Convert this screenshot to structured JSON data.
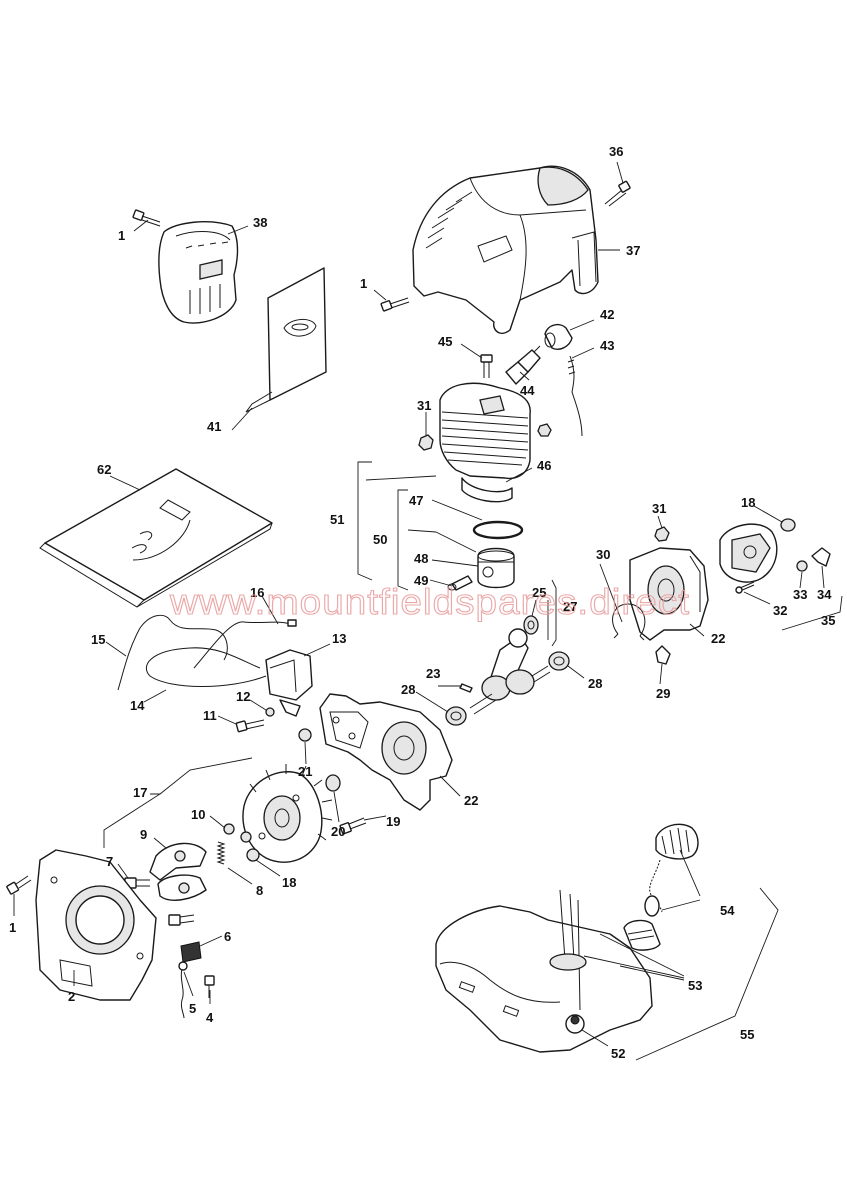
{
  "watermark": "www.mountfieldspares.direct",
  "callouts": [
    {
      "id": "c1a",
      "text": "1"
    },
    {
      "id": "c1b",
      "text": "1"
    },
    {
      "id": "c1c",
      "text": "1"
    },
    {
      "id": "c2",
      "text": "2"
    },
    {
      "id": "c4",
      "text": "4"
    },
    {
      "id": "c5",
      "text": "5"
    },
    {
      "id": "c6",
      "text": "6"
    },
    {
      "id": "c7",
      "text": "7"
    },
    {
      "id": "c8",
      "text": "8"
    },
    {
      "id": "c9",
      "text": "9"
    },
    {
      "id": "c10",
      "text": "10"
    },
    {
      "id": "c11",
      "text": "11"
    },
    {
      "id": "c12",
      "text": "12"
    },
    {
      "id": "c13",
      "text": "13"
    },
    {
      "id": "c14",
      "text": "14"
    },
    {
      "id": "c15",
      "text": "15"
    },
    {
      "id": "c16",
      "text": "16"
    },
    {
      "id": "c17",
      "text": "17"
    },
    {
      "id": "c18a",
      "text": "18"
    },
    {
      "id": "c18b",
      "text": "18"
    },
    {
      "id": "c19",
      "text": "19"
    },
    {
      "id": "c20",
      "text": "20"
    },
    {
      "id": "c21",
      "text": "21"
    },
    {
      "id": "c22a",
      "text": "22"
    },
    {
      "id": "c22b",
      "text": "22"
    },
    {
      "id": "c23",
      "text": "23"
    },
    {
      "id": "c25",
      "text": "25"
    },
    {
      "id": "c27",
      "text": "27"
    },
    {
      "id": "c28a",
      "text": "28"
    },
    {
      "id": "c28b",
      "text": "28"
    },
    {
      "id": "c29",
      "text": "29"
    },
    {
      "id": "c30",
      "text": "30"
    },
    {
      "id": "c31a",
      "text": "31"
    },
    {
      "id": "c31b",
      "text": "31"
    },
    {
      "id": "c32",
      "text": "32"
    },
    {
      "id": "c33",
      "text": "33"
    },
    {
      "id": "c34",
      "text": "34"
    },
    {
      "id": "c35",
      "text": "35"
    },
    {
      "id": "c36",
      "text": "36"
    },
    {
      "id": "c37",
      "text": "37"
    },
    {
      "id": "c38",
      "text": "38"
    },
    {
      "id": "c41",
      "text": "41"
    },
    {
      "id": "c42",
      "text": "42"
    },
    {
      "id": "c43",
      "text": "43"
    },
    {
      "id": "c44",
      "text": "44"
    },
    {
      "id": "c45",
      "text": "45"
    },
    {
      "id": "c46",
      "text": "46"
    },
    {
      "id": "c47",
      "text": "47"
    },
    {
      "id": "c48",
      "text": "48"
    },
    {
      "id": "c49",
      "text": "49"
    },
    {
      "id": "c50",
      "text": "50"
    },
    {
      "id": "c51",
      "text": "51"
    },
    {
      "id": "c52",
      "text": "52"
    },
    {
      "id": "c53",
      "text": "53"
    },
    {
      "id": "c54",
      "text": "54"
    },
    {
      "id": "c55",
      "text": "55"
    },
    {
      "id": "c62",
      "text": "62"
    }
  ]
}
